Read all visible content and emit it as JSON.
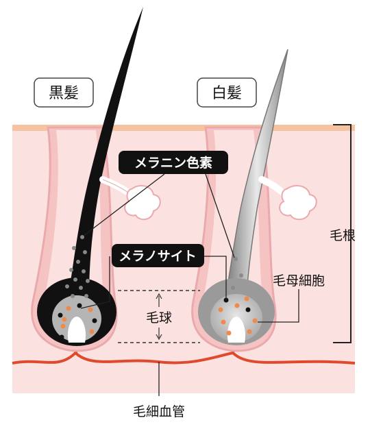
{
  "labels": {
    "black_hair": "黒髪",
    "white_hair": "白髪",
    "melanin_pigment": "メラニン色素",
    "melanocyte": "メラノサイト",
    "hair_matrix_cell": "毛母細胞",
    "hair_bulb": "毛球",
    "hair_root": "毛根",
    "capillary": "毛細血管"
  },
  "colors": {
    "skin_surface": "#f6c3a0",
    "dermis": "#fbe1e0",
    "follicle_outline": "#e9a9ad",
    "blood_vessel": "#e04a2c",
    "melanocyte_dot": "#f08a4a",
    "black_hair": "#111111",
    "gray_hair": "#9a9a9a"
  }
}
